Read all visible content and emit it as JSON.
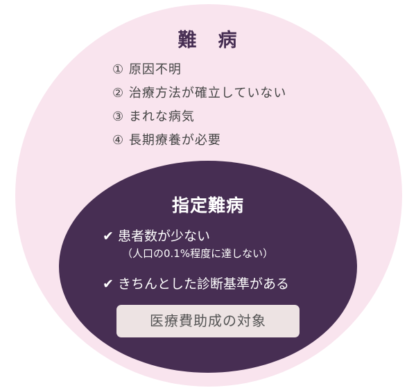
{
  "nanbyo": {
    "title": "難　病",
    "items": [
      "① 原因不明",
      "② 治療方法が確立していない",
      "③ まれな病気",
      "④ 長期療養が必要"
    ]
  },
  "shitei": {
    "title": "指定難病",
    "criteria": [
      {
        "label": "患者数が少ない",
        "note": "（人口の0.1%程度に達しない）"
      },
      {
        "label": "きちんとした診断基準がある"
      }
    ],
    "check_icon": "✔",
    "result": "医療費助成の対象"
  },
  "colors": {
    "outer": "#f9e4ee",
    "inner": "#472e53",
    "button": "#ede3e3"
  }
}
